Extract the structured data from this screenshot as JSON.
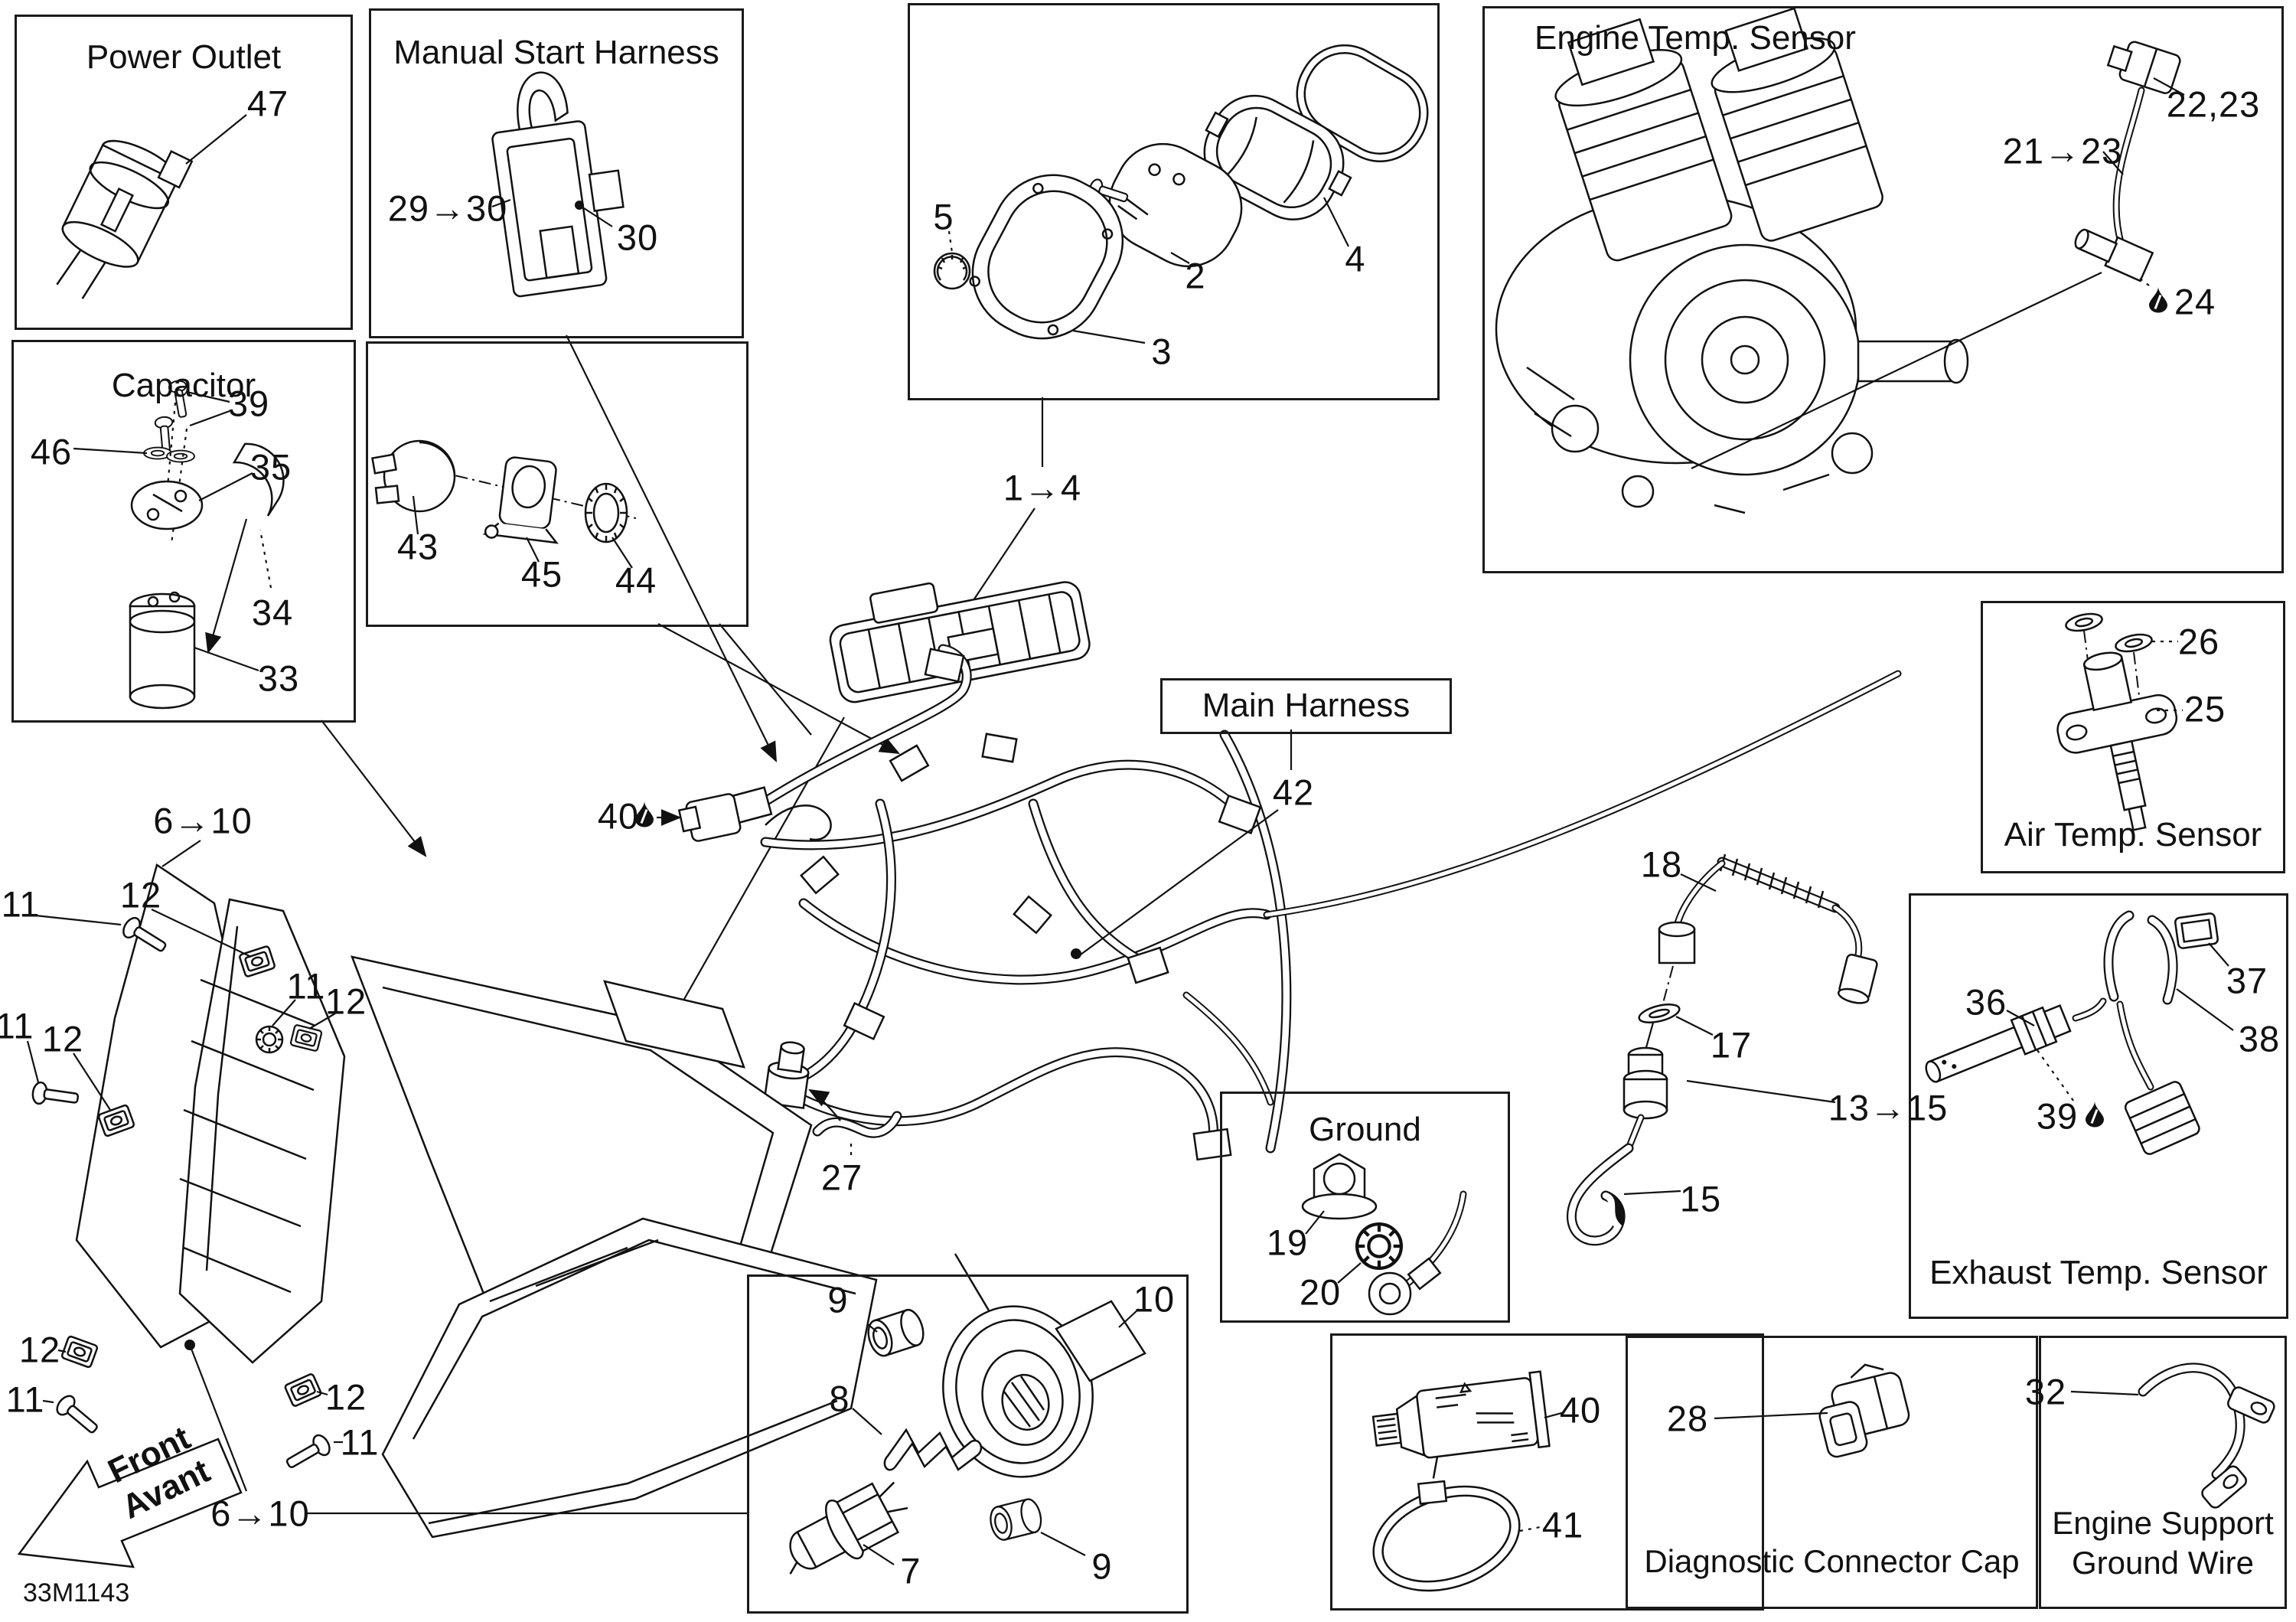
{
  "doc_code": "33M1143",
  "colors": {
    "ink": "#111111",
    "paper": "#ffffff"
  },
  "panels": {
    "power_outlet": {
      "title": "Power Outlet"
    },
    "manual_start_harness": {
      "title": "Manual Start Harness"
    },
    "capacitor": {
      "title": "Capacitor"
    },
    "engine_temp_sensor": {
      "title": "Engine Temp. Sensor"
    },
    "air_temp_sensor": {
      "title": "Air Temp. Sensor"
    },
    "main_harness": {
      "title": "Main Harness"
    },
    "ground": {
      "title": "Ground"
    },
    "exhaust_temp_sensor": {
      "title": "Exhaust Temp. Sensor"
    },
    "diagnostic_connector_cap": {
      "title": "Diagnostic Connector Cap"
    },
    "engine_support_ground_wire_1": "Engine Support",
    "engine_support_ground_wire_2": "Ground Wire"
  },
  "callouts": {
    "c47": "47",
    "c29_30": "29→30",
    "c30": "30",
    "c39": "39",
    "c46": "46",
    "c35": "35",
    "c34": "34",
    "c33": "33",
    "c43": "43",
    "c45": "45",
    "c44": "44",
    "c5": "5",
    "c2": "2",
    "c3": "3",
    "c4": "4",
    "c1_4": "1→4",
    "c22_23": "22,23",
    "c21_23": "21→23",
    "c24": "24",
    "c26": "26",
    "c25": "25",
    "c42": "42",
    "c18": "18",
    "c17": "17",
    "c13_15": "13→15",
    "c15": "15",
    "c19": "19",
    "c20": "20",
    "c36": "36",
    "c37": "37",
    "c38": "38",
    "c40": "40",
    "c41": "41",
    "c28": "28",
    "c32": "32",
    "c7": "7",
    "c8": "8",
    "c9": "9",
    "c10": "10",
    "c6_10": "6→10",
    "c11": "11",
    "c12": "12",
    "c27": "27"
  },
  "front_arrow": {
    "line1": "Front",
    "line2": "Avant"
  }
}
